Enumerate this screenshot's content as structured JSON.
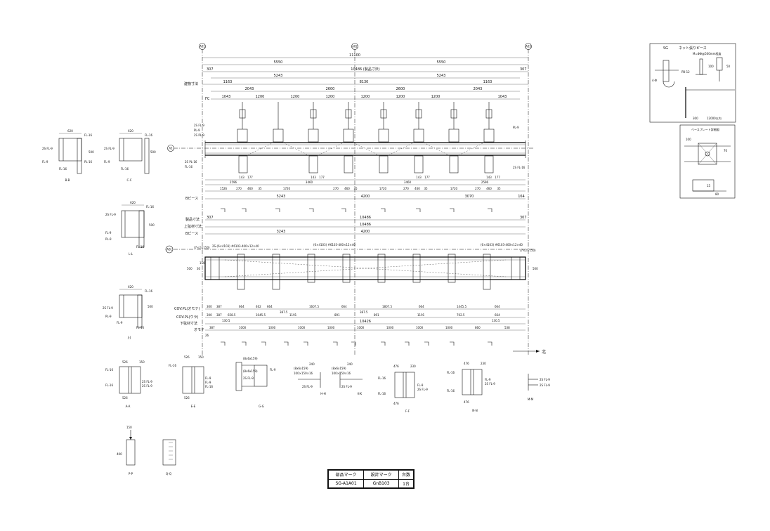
{
  "grid": {
    "left": "A01",
    "center": "A02",
    "right": "A03",
    "row_upper": "A1",
    "row_lower": "A0L"
  },
  "dims": {
    "overall": "11100",
    "halves": [
      "5550",
      "5550"
    ],
    "row2": [
      "307",
      "10486 (製品寸法)",
      "307"
    ],
    "row3": [
      "5243",
      "5243"
    ],
    "row4_label": "建物寸法",
    "row4": [
      "1163",
      "8130",
      "1163"
    ],
    "row5": [
      "2043",
      "2600",
      "2600",
      "2043"
    ],
    "fc_label": "FC",
    "row6": [
      "1043",
      "1200",
      "1200",
      "1200",
      "1200",
      "1200",
      "1200",
      "1043"
    ],
    "low1": [
      "1526",
      "270",
      "460",
      "35",
      "1720",
      "270",
      "460",
      "35",
      "1720",
      "270",
      "460",
      "35",
      "1720",
      "270",
      "460",
      "35"
    ],
    "low2": [
      "2596",
      "3460",
      "3460",
      "2596"
    ],
    "sub_row": [
      "143",
      "177",
      "143",
      "177",
      "143",
      "177",
      "143",
      "177"
    ],
    "piece_label": "Bピース",
    "piece": [
      "5243",
      "4200",
      "3070",
      "164"
    ],
    "prod_label": "製品寸法",
    "prod": "10486",
    "prod_sides": [
      "307",
      "307"
    ],
    "upper_label": "上弦材寸法",
    "upper": "10486",
    "b2_label": "Bピース",
    "b2": [
      "3243",
      "4200"
    ],
    "cov_upper_label": "COV.PL(オモテ)",
    "cov_upper": [
      "300",
      "387",
      "664",
      "462",
      "664",
      "1607.5",
      "664",
      "1807.5",
      "664",
      "1445.5",
      "664"
    ],
    "cov_lower_label": "COV.PL(ウラ)",
    "cov_lower": [
      "300",
      "387",
      "658.5",
      "1045.5",
      "1191",
      "891",
      "891",
      "1191",
      "702.5",
      "664"
    ],
    "cov_sub": [
      "130.5",
      "387.5",
      "387.5",
      "130.5"
    ],
    "bottom_label": "下弦材寸法",
    "bottom": "10426",
    "spacing_label": "オモテ",
    "spacing": [
      "387",
      "1000",
      "1000",
      "1000",
      "1000",
      "1000",
      "1000",
      "1000",
      "1000",
      "860",
      "538"
    ],
    "misc": [
      "26",
      "100",
      "40",
      "40"
    ]
  },
  "plan_notes": {
    "top_left": "(7×2×150)",
    "tl_spec": "2S-(6×4103) #6103-400×12×40",
    "center_spec": "(6×4103) #6103-400×12×40",
    "right_spec": "(6×4103) #6103-400×12×40",
    "top_right": "(7×2×150)",
    "plan_dim": "500",
    "plan_side": "30",
    "plan_side2": "150"
  },
  "elev_notes": [
    "2S FL-9",
    "PL-9",
    "2S PL-9",
    "2S PL-16",
    "FL-16",
    "PL-9",
    "2S FL-16"
  ],
  "north": "北",
  "sections": {
    "bb": {
      "label": "B-B",
      "w": "620",
      "h": "500",
      "pl": [
        "FL-16",
        "2S FL-9",
        "FL-9",
        "PL-16",
        "FL-16"
      ]
    },
    "cc": {
      "label": "C-C",
      "w": "620",
      "h": "500",
      "pl": [
        "FL-16",
        "2S FL-9",
        "FL-9",
        "PL-16",
        "FL-16"
      ]
    },
    "ll": {
      "label": "L-L",
      "w": "620",
      "h": "500",
      "pl": [
        "FL-16",
        "2S FL-9",
        "FL-9",
        "PL-9",
        "FL-16"
      ]
    },
    "jj": {
      "label": "J-J",
      "w": "620",
      "h": "500",
      "pl": [
        "FL-16",
        "2S FL-9",
        "PL-9",
        "FL-9",
        "FL-16"
      ]
    },
    "aa": {
      "label": "A-A",
      "w": [
        "526",
        "150",
        "526"
      ],
      "pl": [
        "FL-16",
        "2S FL-9",
        "2S FL-9",
        "FL-16"
      ]
    },
    "ee": {
      "label": "E-E",
      "w": [
        "526",
        "150",
        "526"
      ],
      "pl": [
        "FL-16",
        "FL-9",
        "FL-9",
        "FL-16"
      ]
    },
    "gg": {
      "label": "G-G",
      "notes": [
        "(8x6x159)",
        "(8x6x159)",
        "2S FL-9",
        "FL-9"
      ]
    },
    "hh": {
      "label": "H-H",
      "notes": [
        "(8x6x159)",
        "100×150×16",
        "240",
        "2S FL-9"
      ]
    },
    "kk": {
      "label": "K-K",
      "notes": [
        "(8x6x159)",
        "100×150×16",
        "240",
        "2S FL-9"
      ]
    },
    "ff": {
      "label": "F-F",
      "w": [
        "476",
        "230",
        "476"
      ],
      "pl": [
        "FL-16",
        "FL-9",
        "2S FL-9",
        "FL-16"
      ]
    },
    "nn": {
      "label": "N-N",
      "w": [
        "476",
        "230",
        "476"
      ],
      "pl": [
        "FL-16",
        "FL-9",
        "2S FL-9",
        "FL-16"
      ]
    },
    "mm": {
      "label": "M-M",
      "pl": [
        "2S FL-9",
        "2S FL-9"
      ]
    },
    "pp": {
      "label": "P-P",
      "w": "150",
      "h": "400"
    },
    "qq": {
      "label": "Q-Q"
    }
  },
  "detail_sg": {
    "title": "SG",
    "subtitle": "ネット張りピース",
    "notes": [
      "M=ΦΦ@500mm程度",
      "PB-12",
      "4-Φ",
      "100",
      "50",
      "300",
      "12000以内"
    ]
  },
  "detail_base": {
    "title": "ベースプレート詳細図",
    "notes": [
      "100",
      "70",
      "15",
      "80"
    ]
  },
  "title_block": {
    "headers": [
      "部品マーク",
      "設計マーク",
      "台数"
    ],
    "values": [
      "SG-A1A01",
      "GnB103",
      "1台"
    ]
  }
}
